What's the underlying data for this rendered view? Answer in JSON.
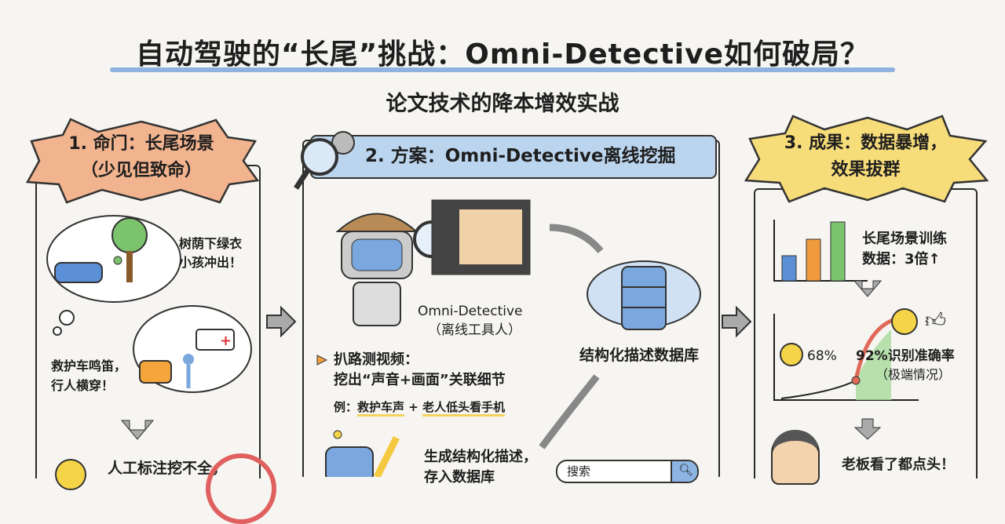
{
  "header": {
    "title": "自动驾驶的“长尾”挑战：Omni-Detective如何破局？",
    "subtitle": "论文技术的降本增效实战"
  },
  "panel1": {
    "heading": "1. 命门：长尾场景",
    "heading2": "（少见但致命）",
    "scene1": "树荫下绿衣\n小孩冲出！",
    "scene1_l1": "树荫下绿衣",
    "scene1_l2": "小孩冲出！",
    "scene2_l1": "救护车鸣笛，",
    "scene2_l2": "行人横穿！",
    "bottom": "人工标注挖不全，"
  },
  "panel2": {
    "heading": "2. 方案：Omni-Detective离线挖掘",
    "robot_name": "Omni-Detective",
    "robot_role": "（离线工具人）",
    "step1_l1": "扒路测视频：",
    "step1_l2": "挖出“声音+画面”关联细节",
    "example_prefix": "例：",
    "example_a": "救护车声",
    "example_plus": "+",
    "example_b": "老人低头看手机",
    "db_label": "结构化描述数据库",
    "step2_l1": "生成结构化描述，",
    "step2_l2": "存入数据库",
    "search_placeholder": "搜索"
  },
  "panel3": {
    "heading": "3. 成果：数据暴增，",
    "heading2": "效果拔群",
    "bar_text_l1": "长尾场景训练",
    "bar_text_l2": "数据：3倍↑",
    "before": "68%",
    "after": "92%识别准确率",
    "after_note": "（极端情况）",
    "boss": "老板看了都点头！"
  },
  "colors": {
    "accent_blue": "#8fb2de",
    "burst1": "#f2b48f",
    "burst2": "#bcd5ee",
    "burst3": "#f7dc7a",
    "bar_blue": "#5b8fd6",
    "bar_orange": "#f09a3e",
    "bar_green": "#7cc36e"
  }
}
